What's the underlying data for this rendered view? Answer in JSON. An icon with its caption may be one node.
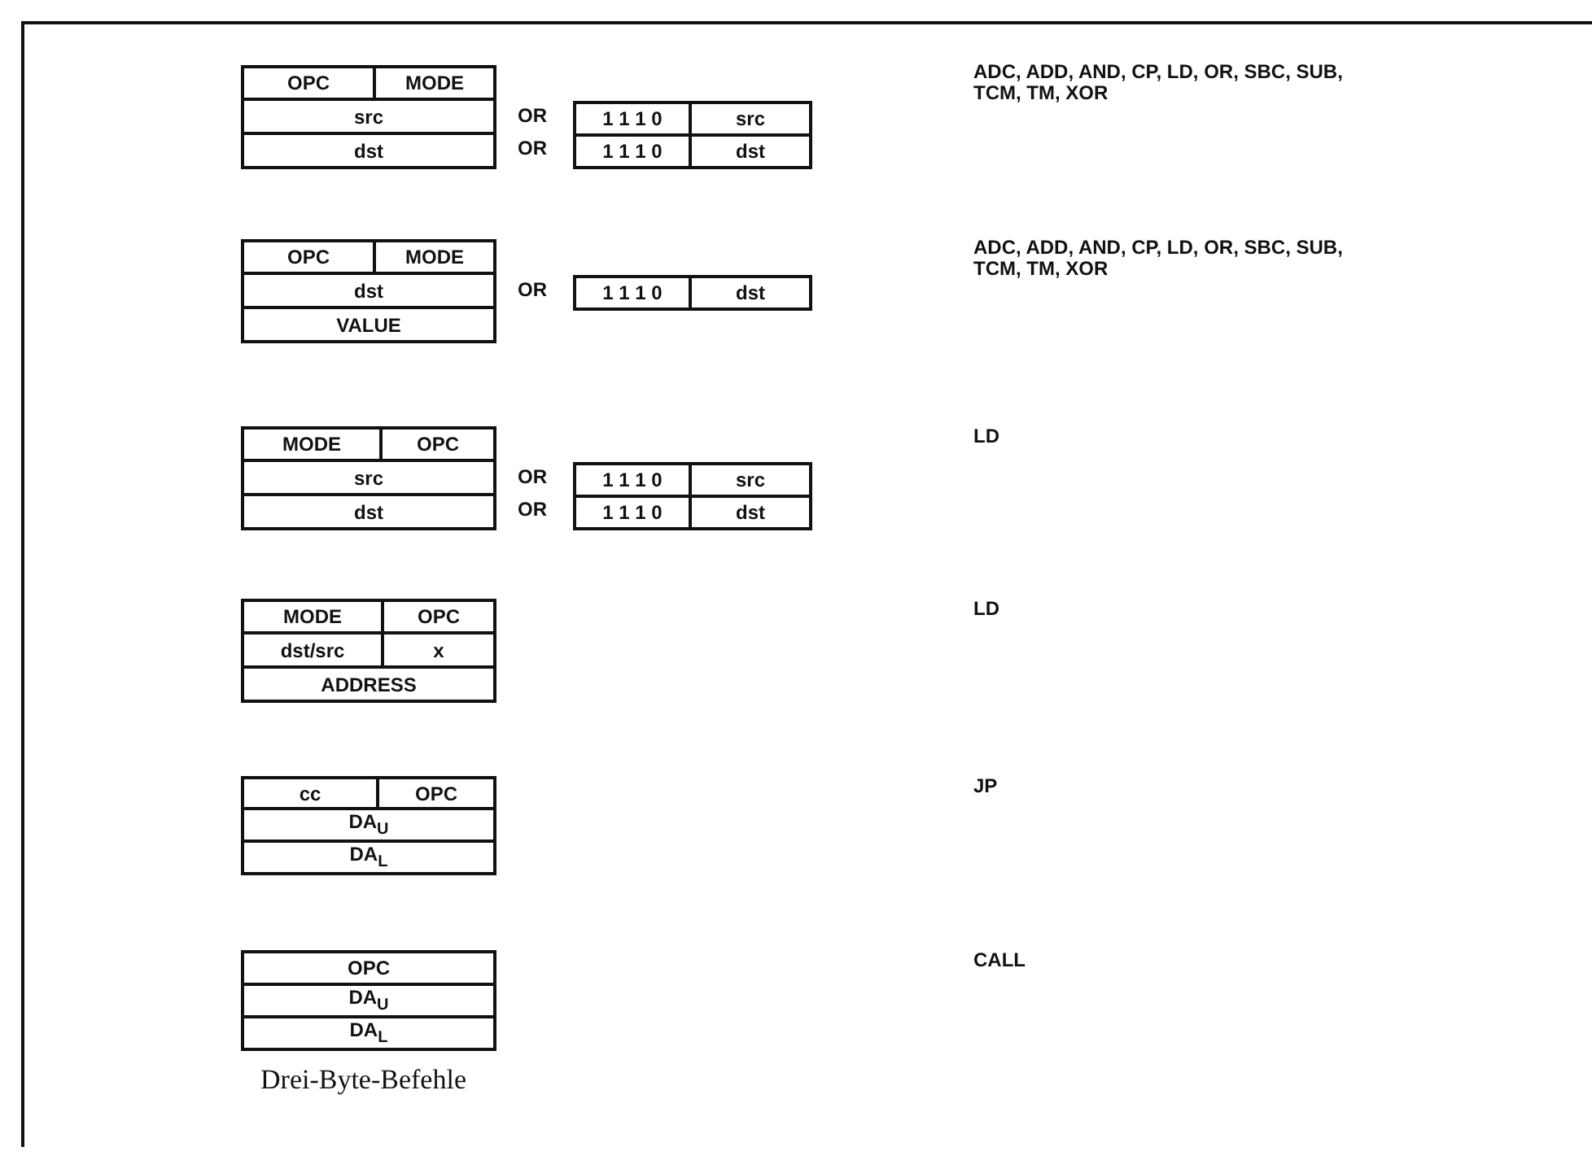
{
  "diagram": {
    "caption": "Drei-Byte-Befehle",
    "nodes": [
      {
        "text": [
          "OPC"
        ]
      },
      {
        "text": [
          "MODE"
        ]
      },
      {
        "text": [
          "src"
        ]
      },
      {
        "text": [
          "1 1 1 0"
        ]
      },
      {
        "text": [
          "src"
        ]
      },
      {
        "text": [
          "dst"
        ]
      },
      {
        "text": [
          "1 1 1 0"
        ]
      },
      {
        "text": [
          "dst"
        ]
      },
      {
        "text": [
          "OPC"
        ]
      },
      {
        "text": [
          "MODE"
        ]
      },
      {
        "text": [
          "dst"
        ]
      },
      {
        "text": [
          "1 1 1 0"
        ]
      },
      {
        "text": [
          "dst"
        ]
      },
      {
        "text": [
          "VALUE"
        ]
      },
      {
        "text": [
          "MODE"
        ]
      },
      {
        "text": [
          "OPC"
        ]
      },
      {
        "text": [
          "src"
        ]
      },
      {
        "text": [
          "1 1 1 0"
        ]
      },
      {
        "text": [
          "src"
        ]
      },
      {
        "text": [
          "dst"
        ]
      },
      {
        "text": [
          "1 1 1 0"
        ]
      },
      {
        "text": [
          "dst"
        ]
      },
      {
        "text": [
          "MODE"
        ]
      },
      {
        "text": [
          "OPC"
        ]
      },
      {
        "text": [
          "dst/src"
        ]
      },
      {
        "text": [
          "x"
        ]
      },
      {
        "text": [
          "ADDRESS"
        ]
      },
      {
        "text": [
          "cc"
        ]
      },
      {
        "text": [
          "OPC"
        ]
      },
      {
        "text": [
          "DA$_{U}$"
        ]
      },
      {
        "text": [
          "DA$_{L}$"
        ]
      },
      {
        "text": [
          "OPC"
        ]
      },
      {
        "text": [
          "DA$_{U}$"
        ]
      },
      {
        "text": [
          "DA$_{L}$"
        ]
      }
    ],
    "labels": [
      "ADC, ADD, AND, CP, LD, OR, SBC, SUB, TCM, TM, XOR",
      "OR",
      "OR",
      "ADC, ADD, AND, CP, LD, OR, SBC, SUB, TCM, TM, XOR",
      "OR",
      "LD",
      "OR",
      "OR",
      "LD",
      "JP",
      "CALL"
    ]
  }
}
